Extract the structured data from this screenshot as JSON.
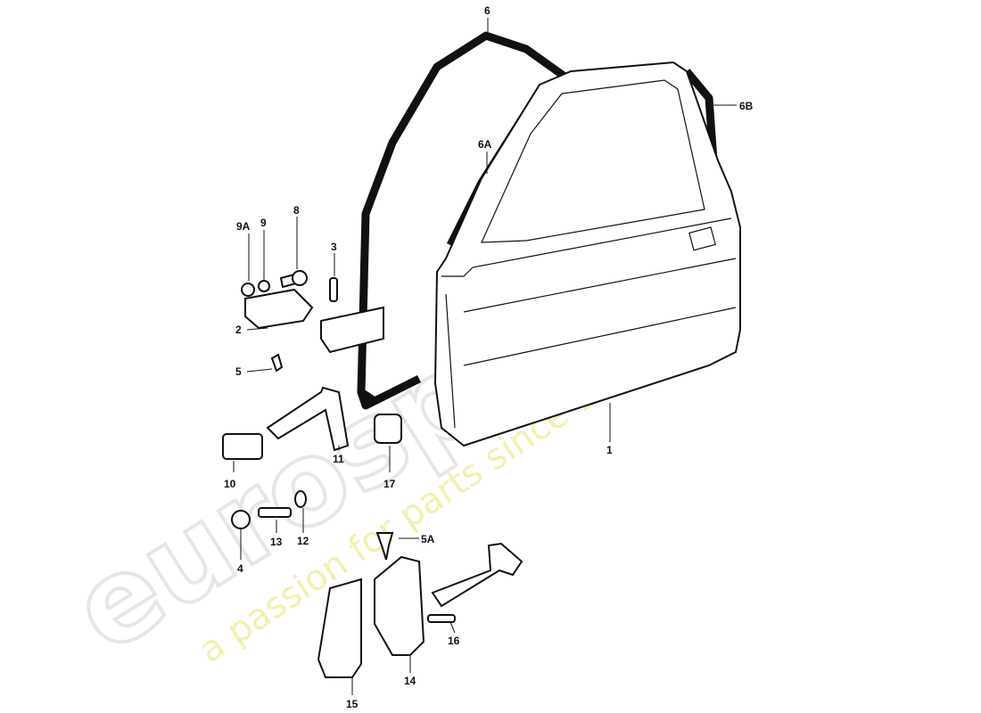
{
  "watermark": {
    "brand": "eurospares",
    "tagline": "a passion for parts since 1985"
  },
  "callouts": [
    {
      "id": "6",
      "text": "6"
    },
    {
      "id": "6B",
      "text": "6B"
    },
    {
      "id": "6A",
      "text": "6A"
    },
    {
      "id": "9A",
      "text": "9A"
    },
    {
      "id": "9",
      "text": "9"
    },
    {
      "id": "8",
      "text": "8"
    },
    {
      "id": "3",
      "text": "3"
    },
    {
      "id": "2",
      "text": "2"
    },
    {
      "id": "5",
      "text": "5"
    },
    {
      "id": "10",
      "text": "10"
    },
    {
      "id": "11",
      "text": "11"
    },
    {
      "id": "17",
      "text": "17"
    },
    {
      "id": "1",
      "text": "1"
    },
    {
      "id": "4",
      "text": "4"
    },
    {
      "id": "13",
      "text": "13"
    },
    {
      "id": "12",
      "text": "12"
    },
    {
      "id": "5A",
      "text": "5A"
    },
    {
      "id": "15",
      "text": "15"
    },
    {
      "id": "14",
      "text": "14"
    },
    {
      "id": "16",
      "text": "16"
    }
  ]
}
